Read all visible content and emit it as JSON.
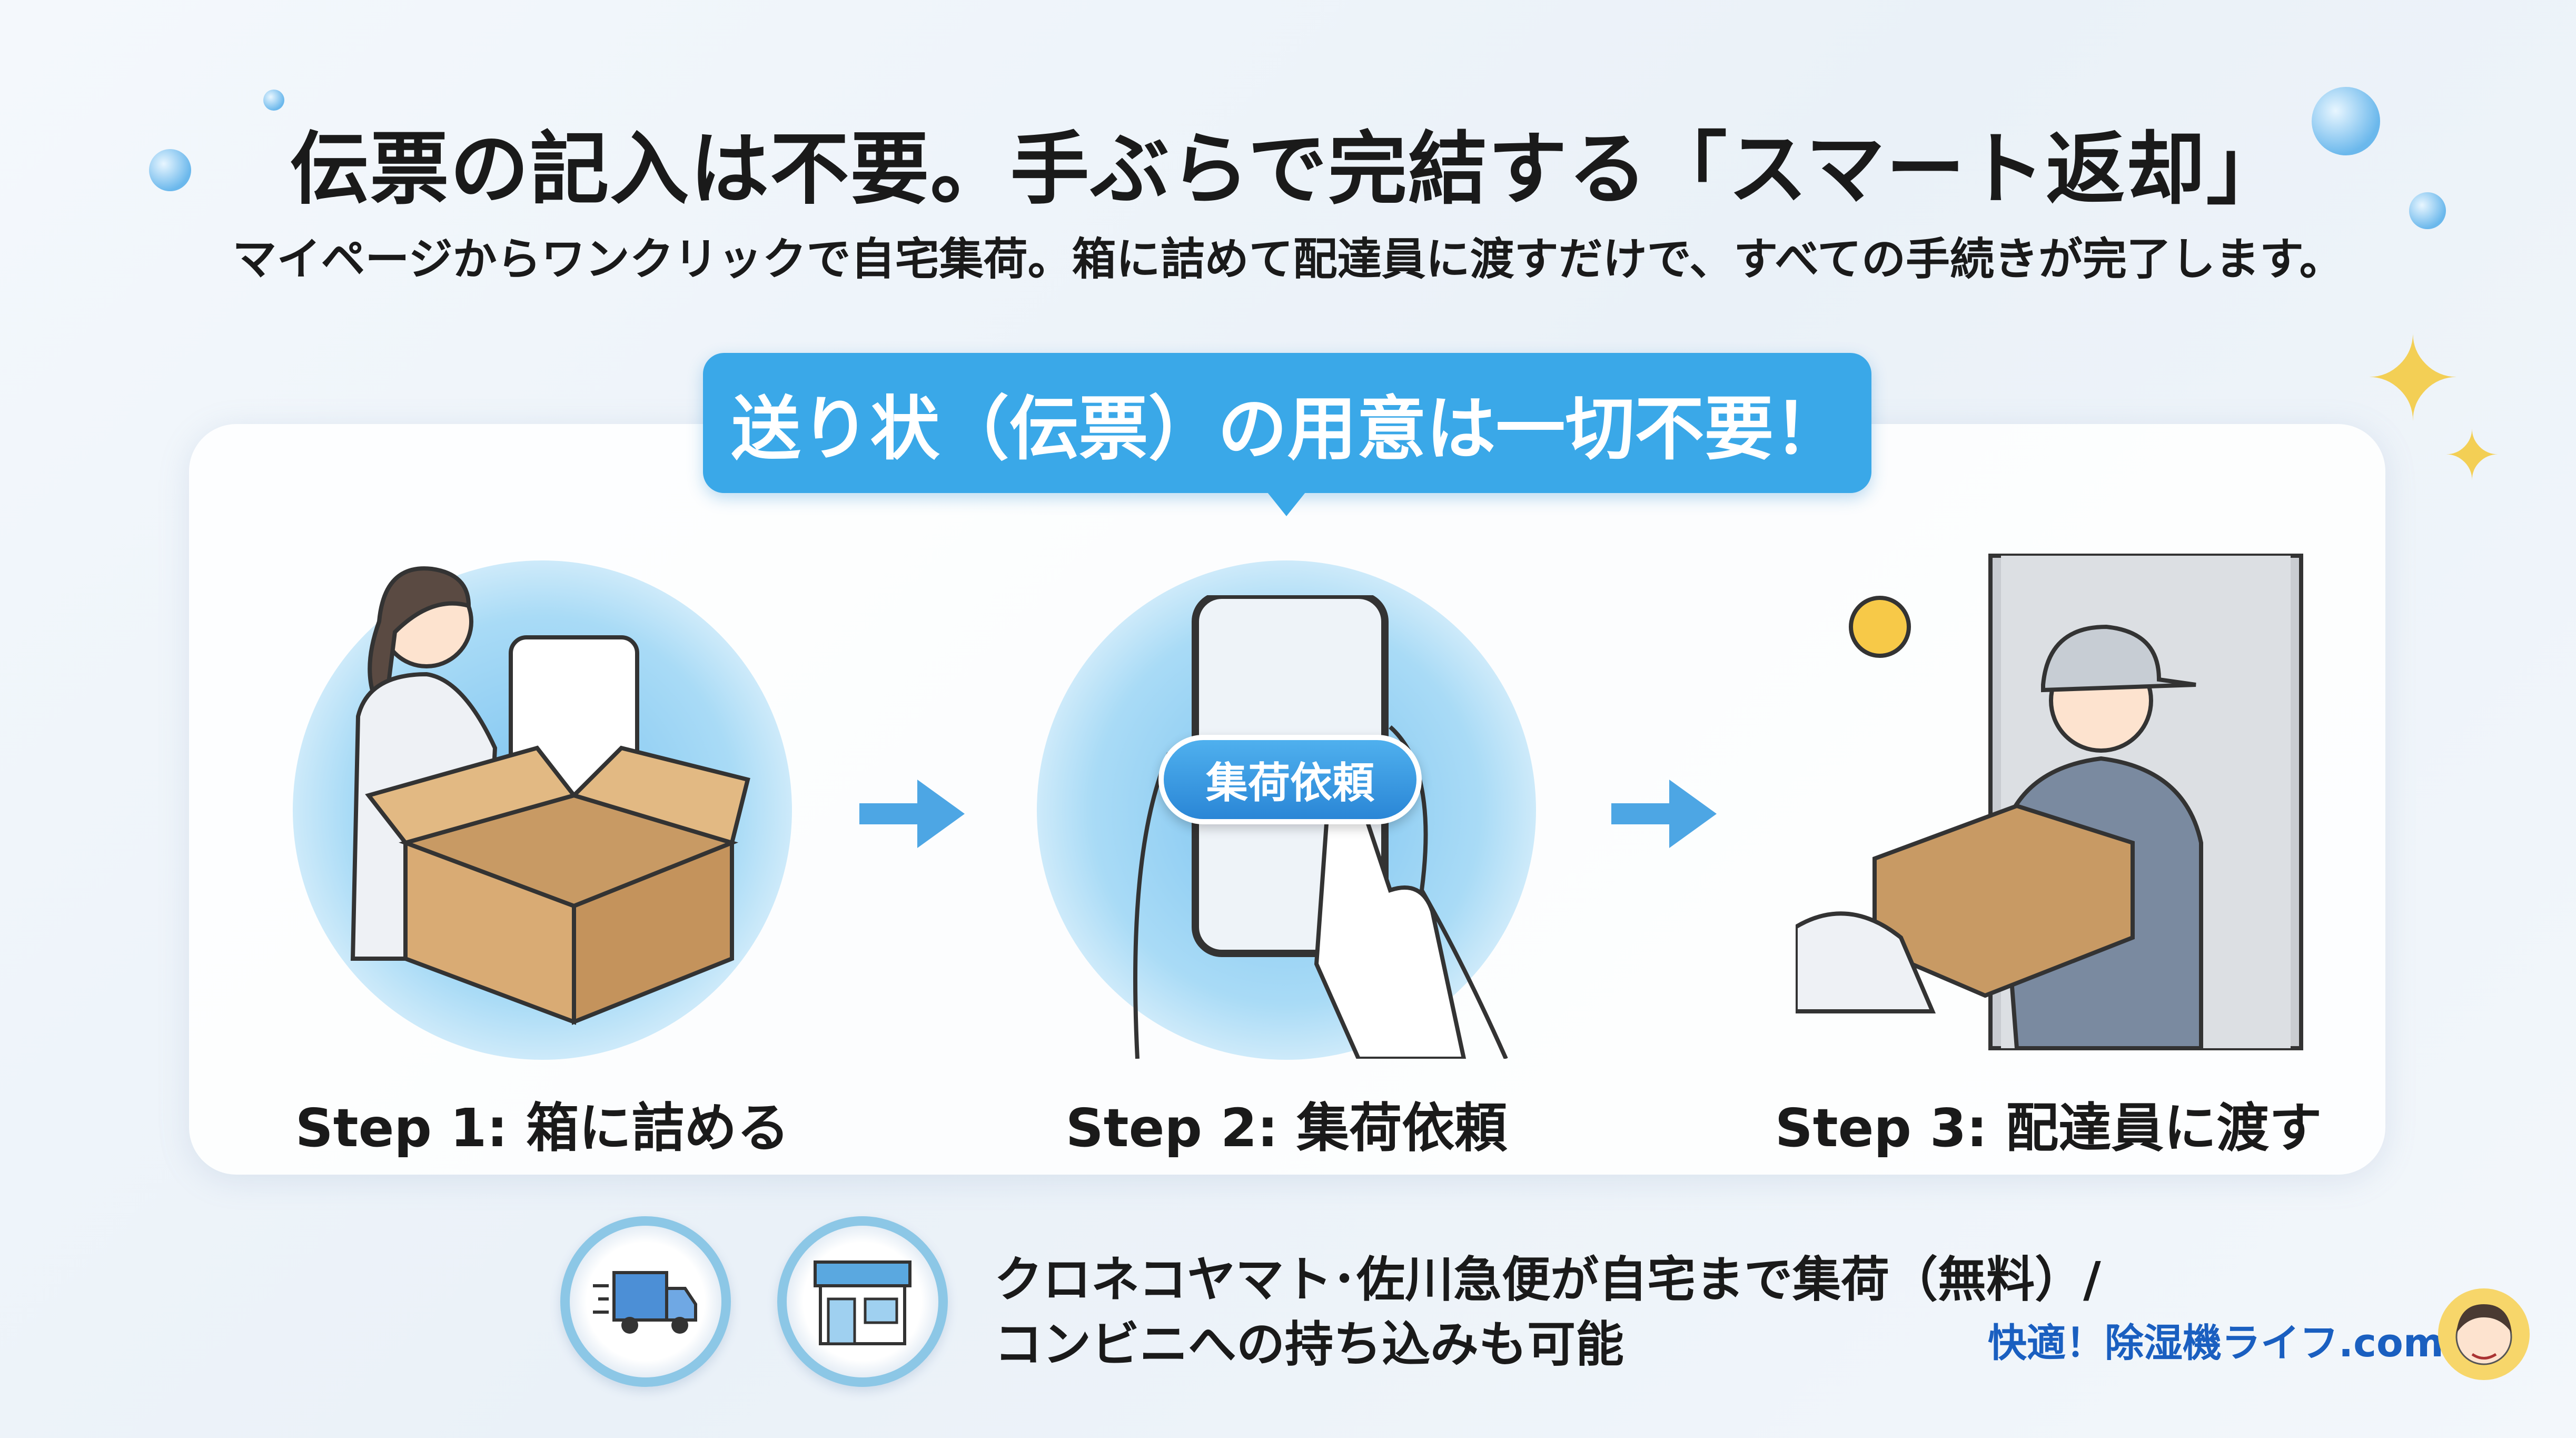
{
  "header": {
    "title": "伝票の記入は不要。手ぶらで完結する「スマート返却」",
    "subtitle": "マイページからワンクリックで自宅集荷。箱に詰めて配達員に渡すだけで、すべての手続きが完了します。"
  },
  "banner": {
    "text": "送り状（伝票）の用意は一切不要！"
  },
  "steps": [
    {
      "label": "Step 1: 箱に詰める",
      "icon": "person-packing-box-icon"
    },
    {
      "label": "Step 2: 集荷依頼",
      "icon": "smartphone-tap-icon",
      "button_label": "集荷依頼"
    },
    {
      "label": "Step 3: 配達員に渡す",
      "icon": "delivery-person-icon"
    }
  ],
  "options": {
    "line1": "クロネコヤマト･佐川急便が自宅まで集荷（無料）/",
    "line2": "コンビニへの持ち込みも可能",
    "icons": [
      "truck-icon",
      "convenience-store-icon"
    ]
  },
  "branding": {
    "site": "快適！除湿機ライフ.com"
  },
  "colors": {
    "accent": "#3aa8e8",
    "brand": "#1a5fc0"
  }
}
